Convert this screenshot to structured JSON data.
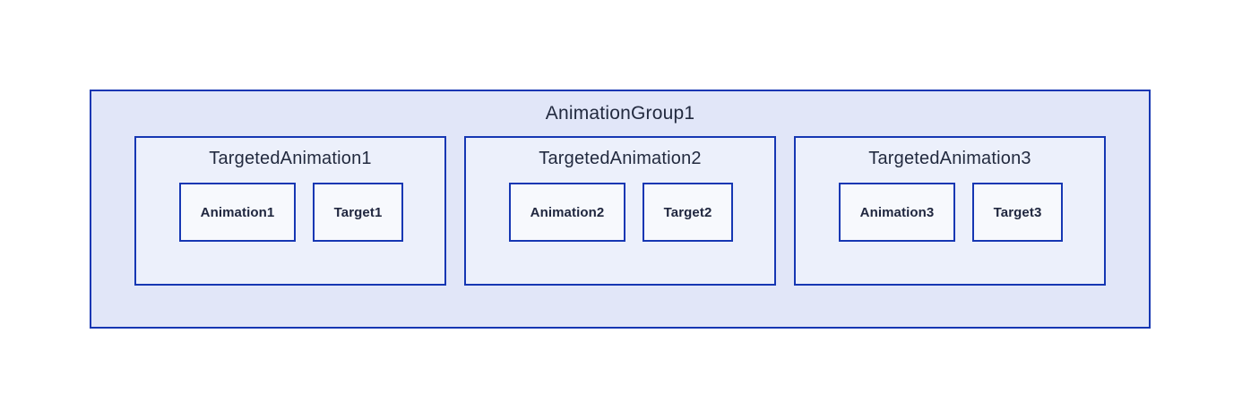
{
  "diagram": {
    "group": {
      "label": "AnimationGroup1",
      "children": [
        {
          "label": "TargetedAnimation1",
          "animation": "Animation1",
          "target": "Target1"
        },
        {
          "label": "TargetedAnimation2",
          "animation": "Animation2",
          "target": "Target2"
        },
        {
          "label": "TargetedAnimation3",
          "animation": "Animation3",
          "target": "Target3"
        }
      ]
    },
    "colors": {
      "border": "#1637b3",
      "group_background": "#e1e6f8",
      "targeted_background": "#ecf0fb",
      "node_background": "#f7f9fd",
      "text": "#222a3f"
    }
  }
}
